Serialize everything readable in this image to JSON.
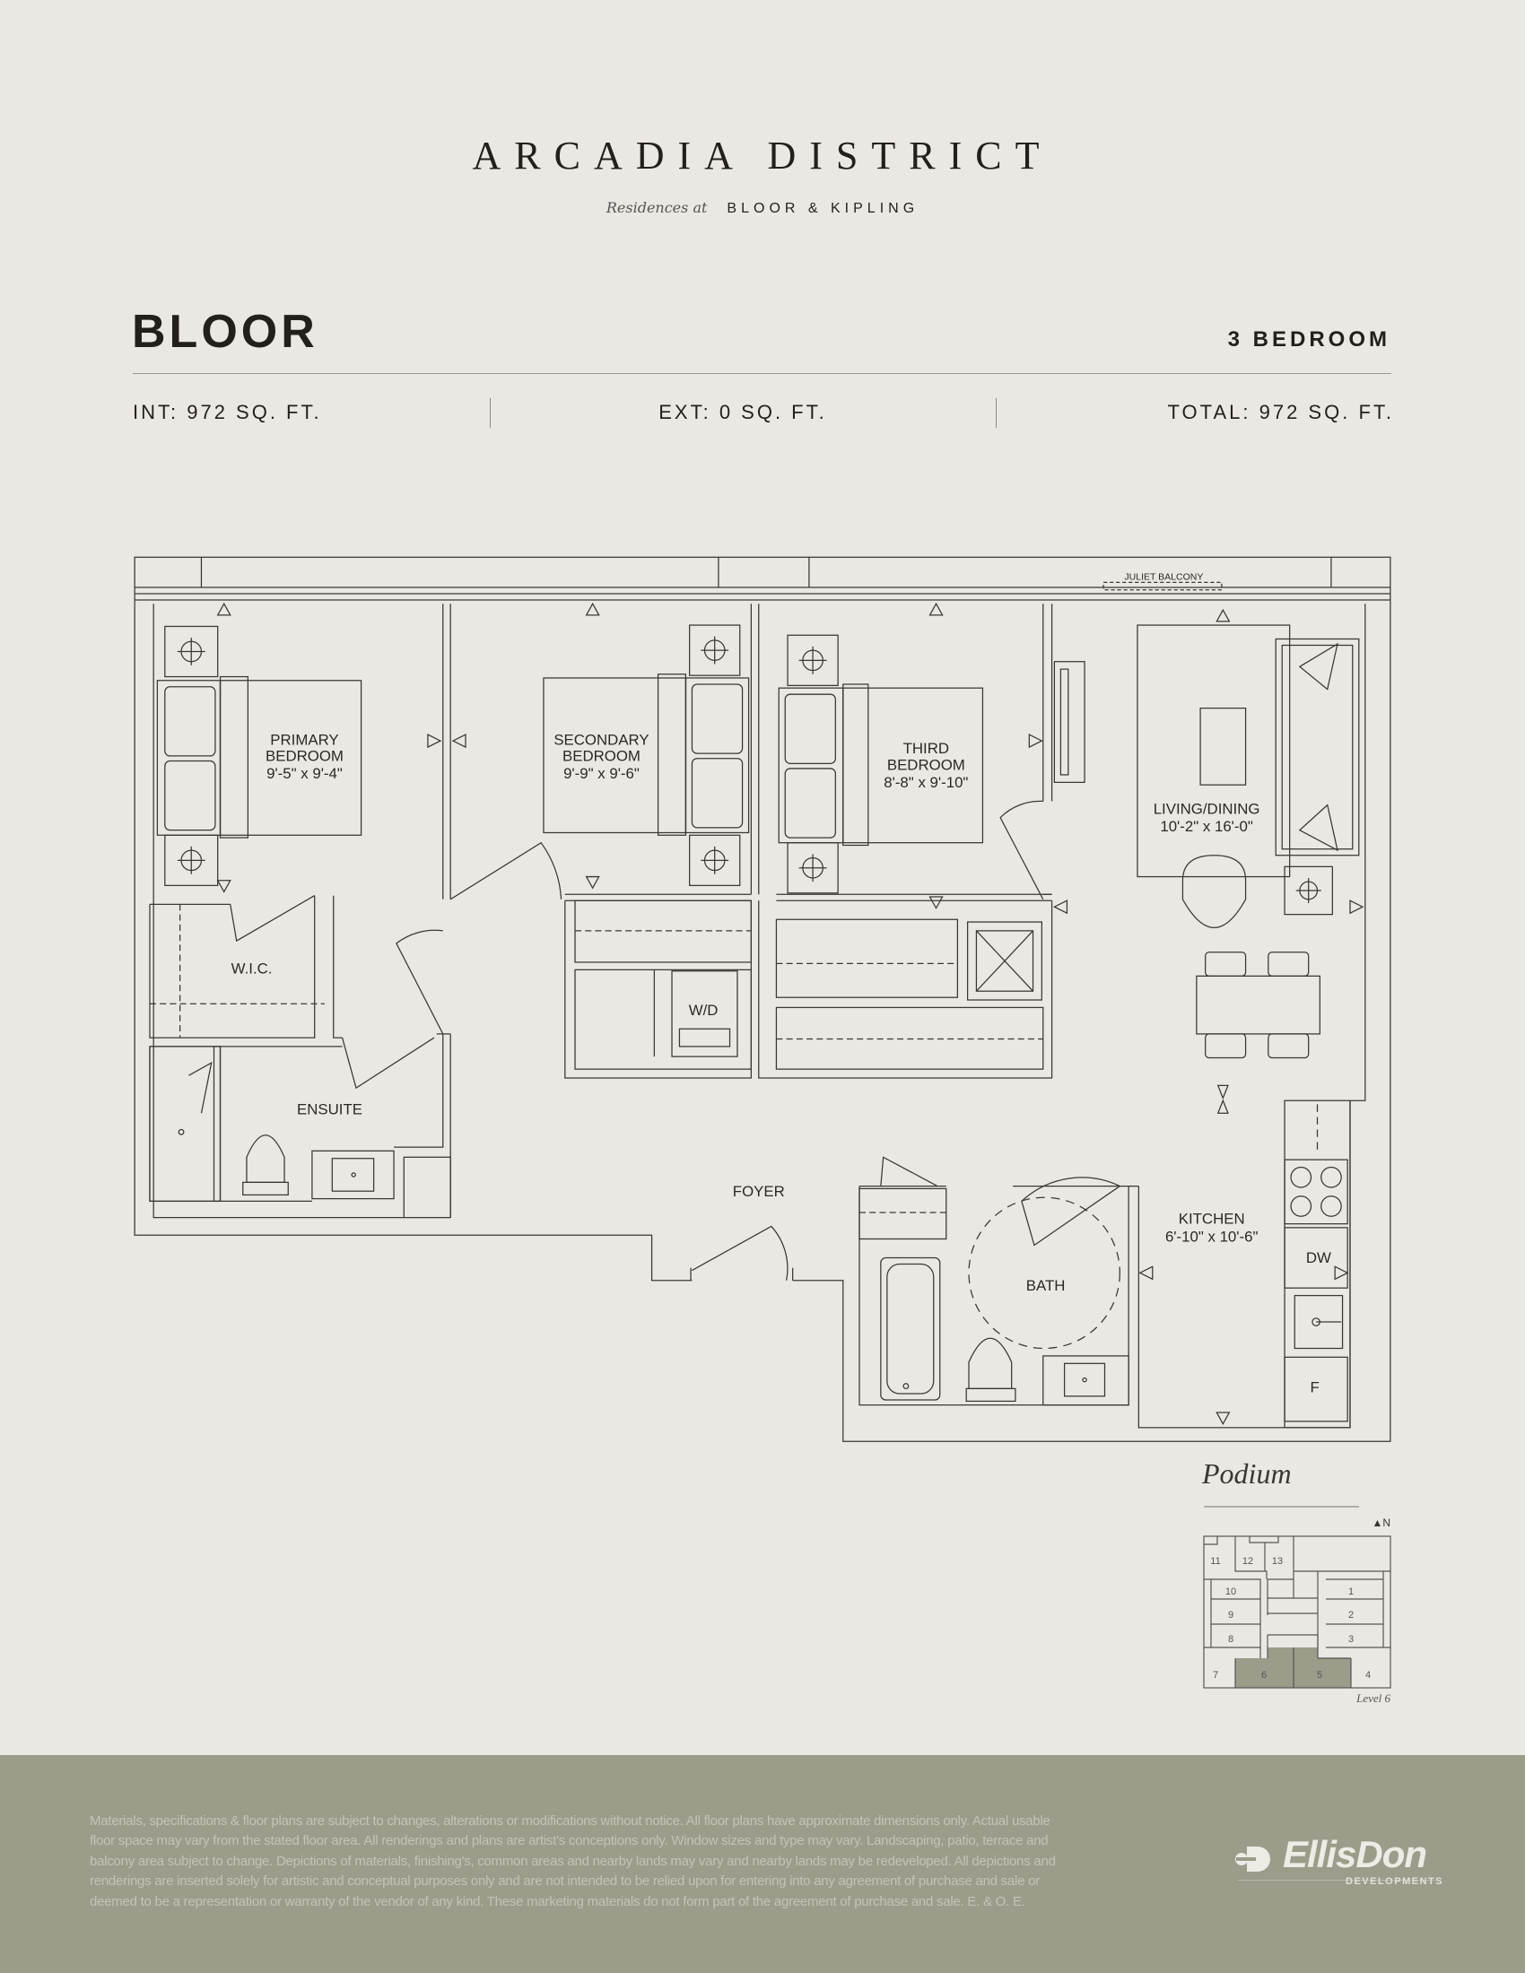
{
  "header": {
    "brand": "ARCADIA DISTRICT",
    "script_tagline": "Residences at",
    "location": "BLOOR & KIPLING"
  },
  "unit": {
    "name": "BLOOR",
    "type": "3 BEDROOM",
    "interior": "INT: 972 SQ. FT.",
    "exterior": "EXT: 0 SQ. FT.",
    "total": "TOTAL: 972 SQ. FT."
  },
  "plan": {
    "juliet_balcony": "JULIET BALCONY",
    "rooms": {
      "primary": [
        "PRIMARY",
        "BEDROOM",
        "9'-5\" x 9'-4\""
      ],
      "secondary": [
        "SECONDARY",
        "BEDROOM",
        "9'-9\" x 9'-6\""
      ],
      "third": [
        "THIRD",
        "BEDROOM",
        "8'-8\" x 9'-10\""
      ],
      "living": [
        "LIVING/DINING",
        "10'-2\" x 16'-0\""
      ],
      "kitchen": [
        "KITCHEN",
        "6'-10\" x 10'-6\""
      ],
      "wic": "W.I.C.",
      "wd": "W/D",
      "ensuite": "ENSUITE",
      "foyer": "FOYER",
      "bath": "BATH",
      "dw": "DW",
      "fridge": "F"
    }
  },
  "keyplan": {
    "title": "Podium",
    "north": "▲N",
    "level": "Level 6",
    "units": [
      "1",
      "2",
      "3",
      "4",
      "5",
      "6",
      "7",
      "8",
      "9",
      "10",
      "11",
      "12",
      "13"
    ],
    "highlighted_units": [
      "5",
      "6"
    ],
    "highlight_color": "#9b9c8a"
  },
  "footer": {
    "disclaimer_lines": [
      "Materials, specifications & floor plans are subject to changes, alterations or modifications without notice. All floor plans have approximate dimensions only. Actual usable",
      "floor space may vary from the stated floor area. All renderings and plans are artist's conceptions only. Window sizes and type may vary. Landscaping, patio, terrace and",
      "balcony area subject to change. Depictions of materials, finishing's, common areas and nearby lands may vary and nearby lands may be redeveloped. All depictions and",
      "renderings are inserted solely for artistic and conceptual purposes only and are not intended to be relied upon for entering into any agreement of purchase and sale or",
      "deemed to be a representation or warranty of the vendor of any kind. These marketing materials do not form part of the agreement of purchase and sale. E. & O. E."
    ],
    "logo_name": "EllisDon",
    "logo_sub": "DEVELOPMENTS"
  },
  "colors": {
    "background": "#ebe8e3",
    "footer": "#9b9c8a",
    "ink": "#231f1d"
  }
}
